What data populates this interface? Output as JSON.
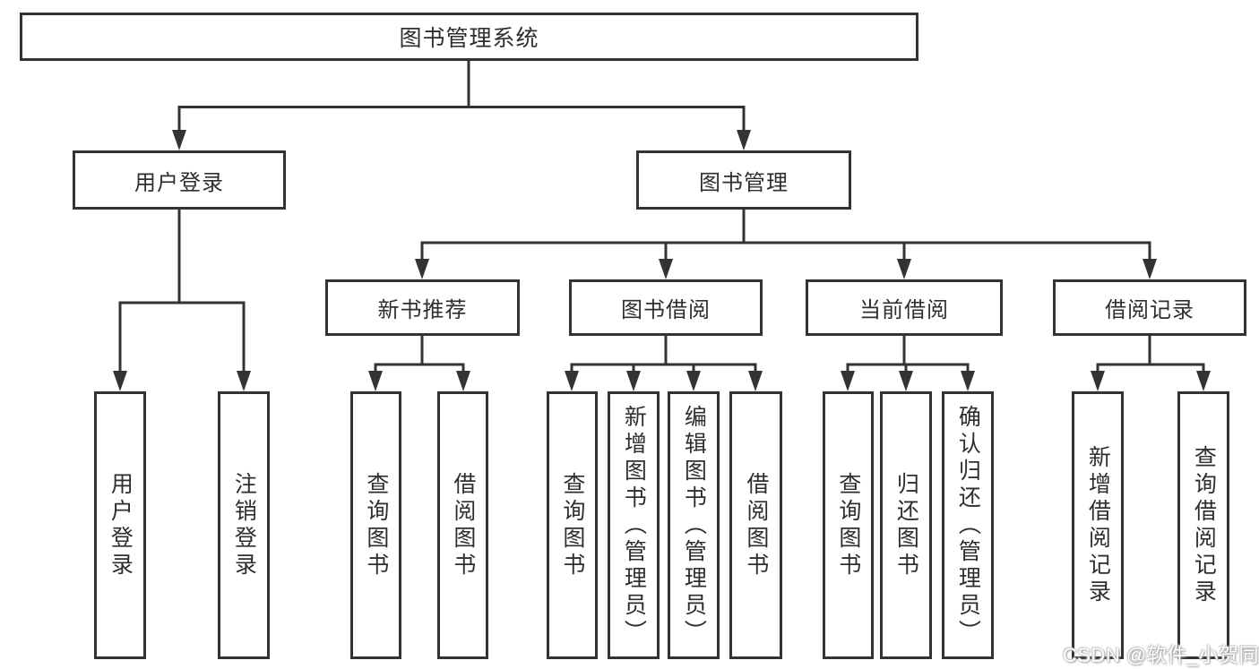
{
  "diagram": {
    "root": "图书管理系统",
    "level2": {
      "user_login": "用户登录",
      "book_management": "图书管理"
    },
    "level3": {
      "new_book_recommendation": "新书推荐",
      "book_borrowing": "图书借阅",
      "current_borrowing": "当前借阅",
      "borrowing_records": "借阅记录"
    },
    "leaves": {
      "user_login": "用户登录",
      "logout": "注销登录",
      "rec_query_book": "查询图书",
      "rec_borrow_book": "借阅图书",
      "bb_query_book": "查询图书",
      "bb_add_book_admin": "新增图书（管理员）",
      "bb_edit_book_admin": "编辑图书（管理员）",
      "bb_borrow_book": "借阅图书",
      "cb_query_book": "查询图书",
      "cb_return_book": "归还图书",
      "cb_confirm_return_admin": "确认归还（管理员）",
      "br_add_record": "新增借阅记录",
      "br_query_record": "查询借阅记录"
    }
  },
  "watermark": "CSDN @软件_小贺同学",
  "colors": {
    "line": "#333333",
    "text": "#2e2e2e",
    "background": "#ffffff",
    "watermark": "#ffffff"
  }
}
